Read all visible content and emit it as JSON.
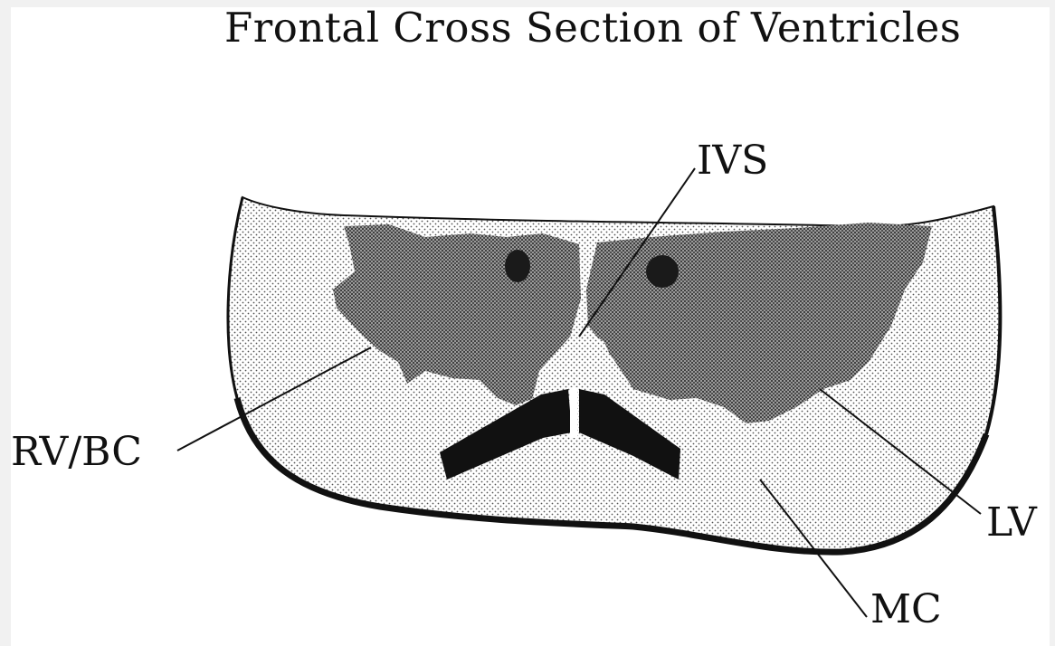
{
  "title": "Frontal Cross Section of Ventricles",
  "labels": {
    "ivs": "IVS",
    "rv_bc": "RV/BC",
    "lv": "LV",
    "mc": "MC"
  },
  "colors": {
    "background": "#f1f1f1",
    "panel": "#ffffff",
    "ink": "#111111",
    "outer_wall": "#d6d6d6",
    "ventricle_tissue": "#6f6f6f",
    "septum": "#eeeeee"
  }
}
